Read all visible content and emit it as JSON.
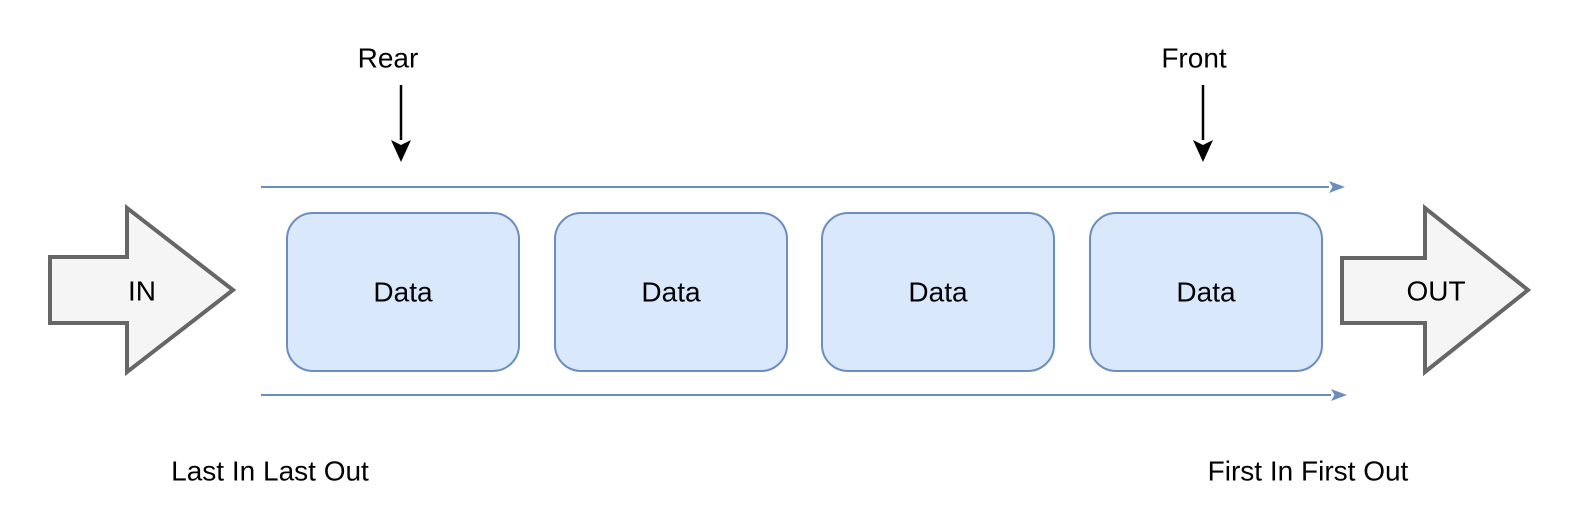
{
  "colors": {
    "line_blue": "#6c8ebf",
    "box_fill": "#dae8fc",
    "box_stroke": "#6c8ebf",
    "io_arrow_fill": "#f5f5f5",
    "io_arrow_stroke": "#666666",
    "text_black": "#000000"
  },
  "diagram": {
    "in_label": "IN",
    "out_label": "OUT",
    "rear_label": "Rear",
    "front_label": "Front",
    "bottom_left_caption": "Last In Last Out",
    "bottom_right_caption": "First In First Out",
    "queue_items": [
      {
        "label": "Data"
      },
      {
        "label": "Data"
      },
      {
        "label": "Data"
      },
      {
        "label": "Data"
      }
    ]
  }
}
